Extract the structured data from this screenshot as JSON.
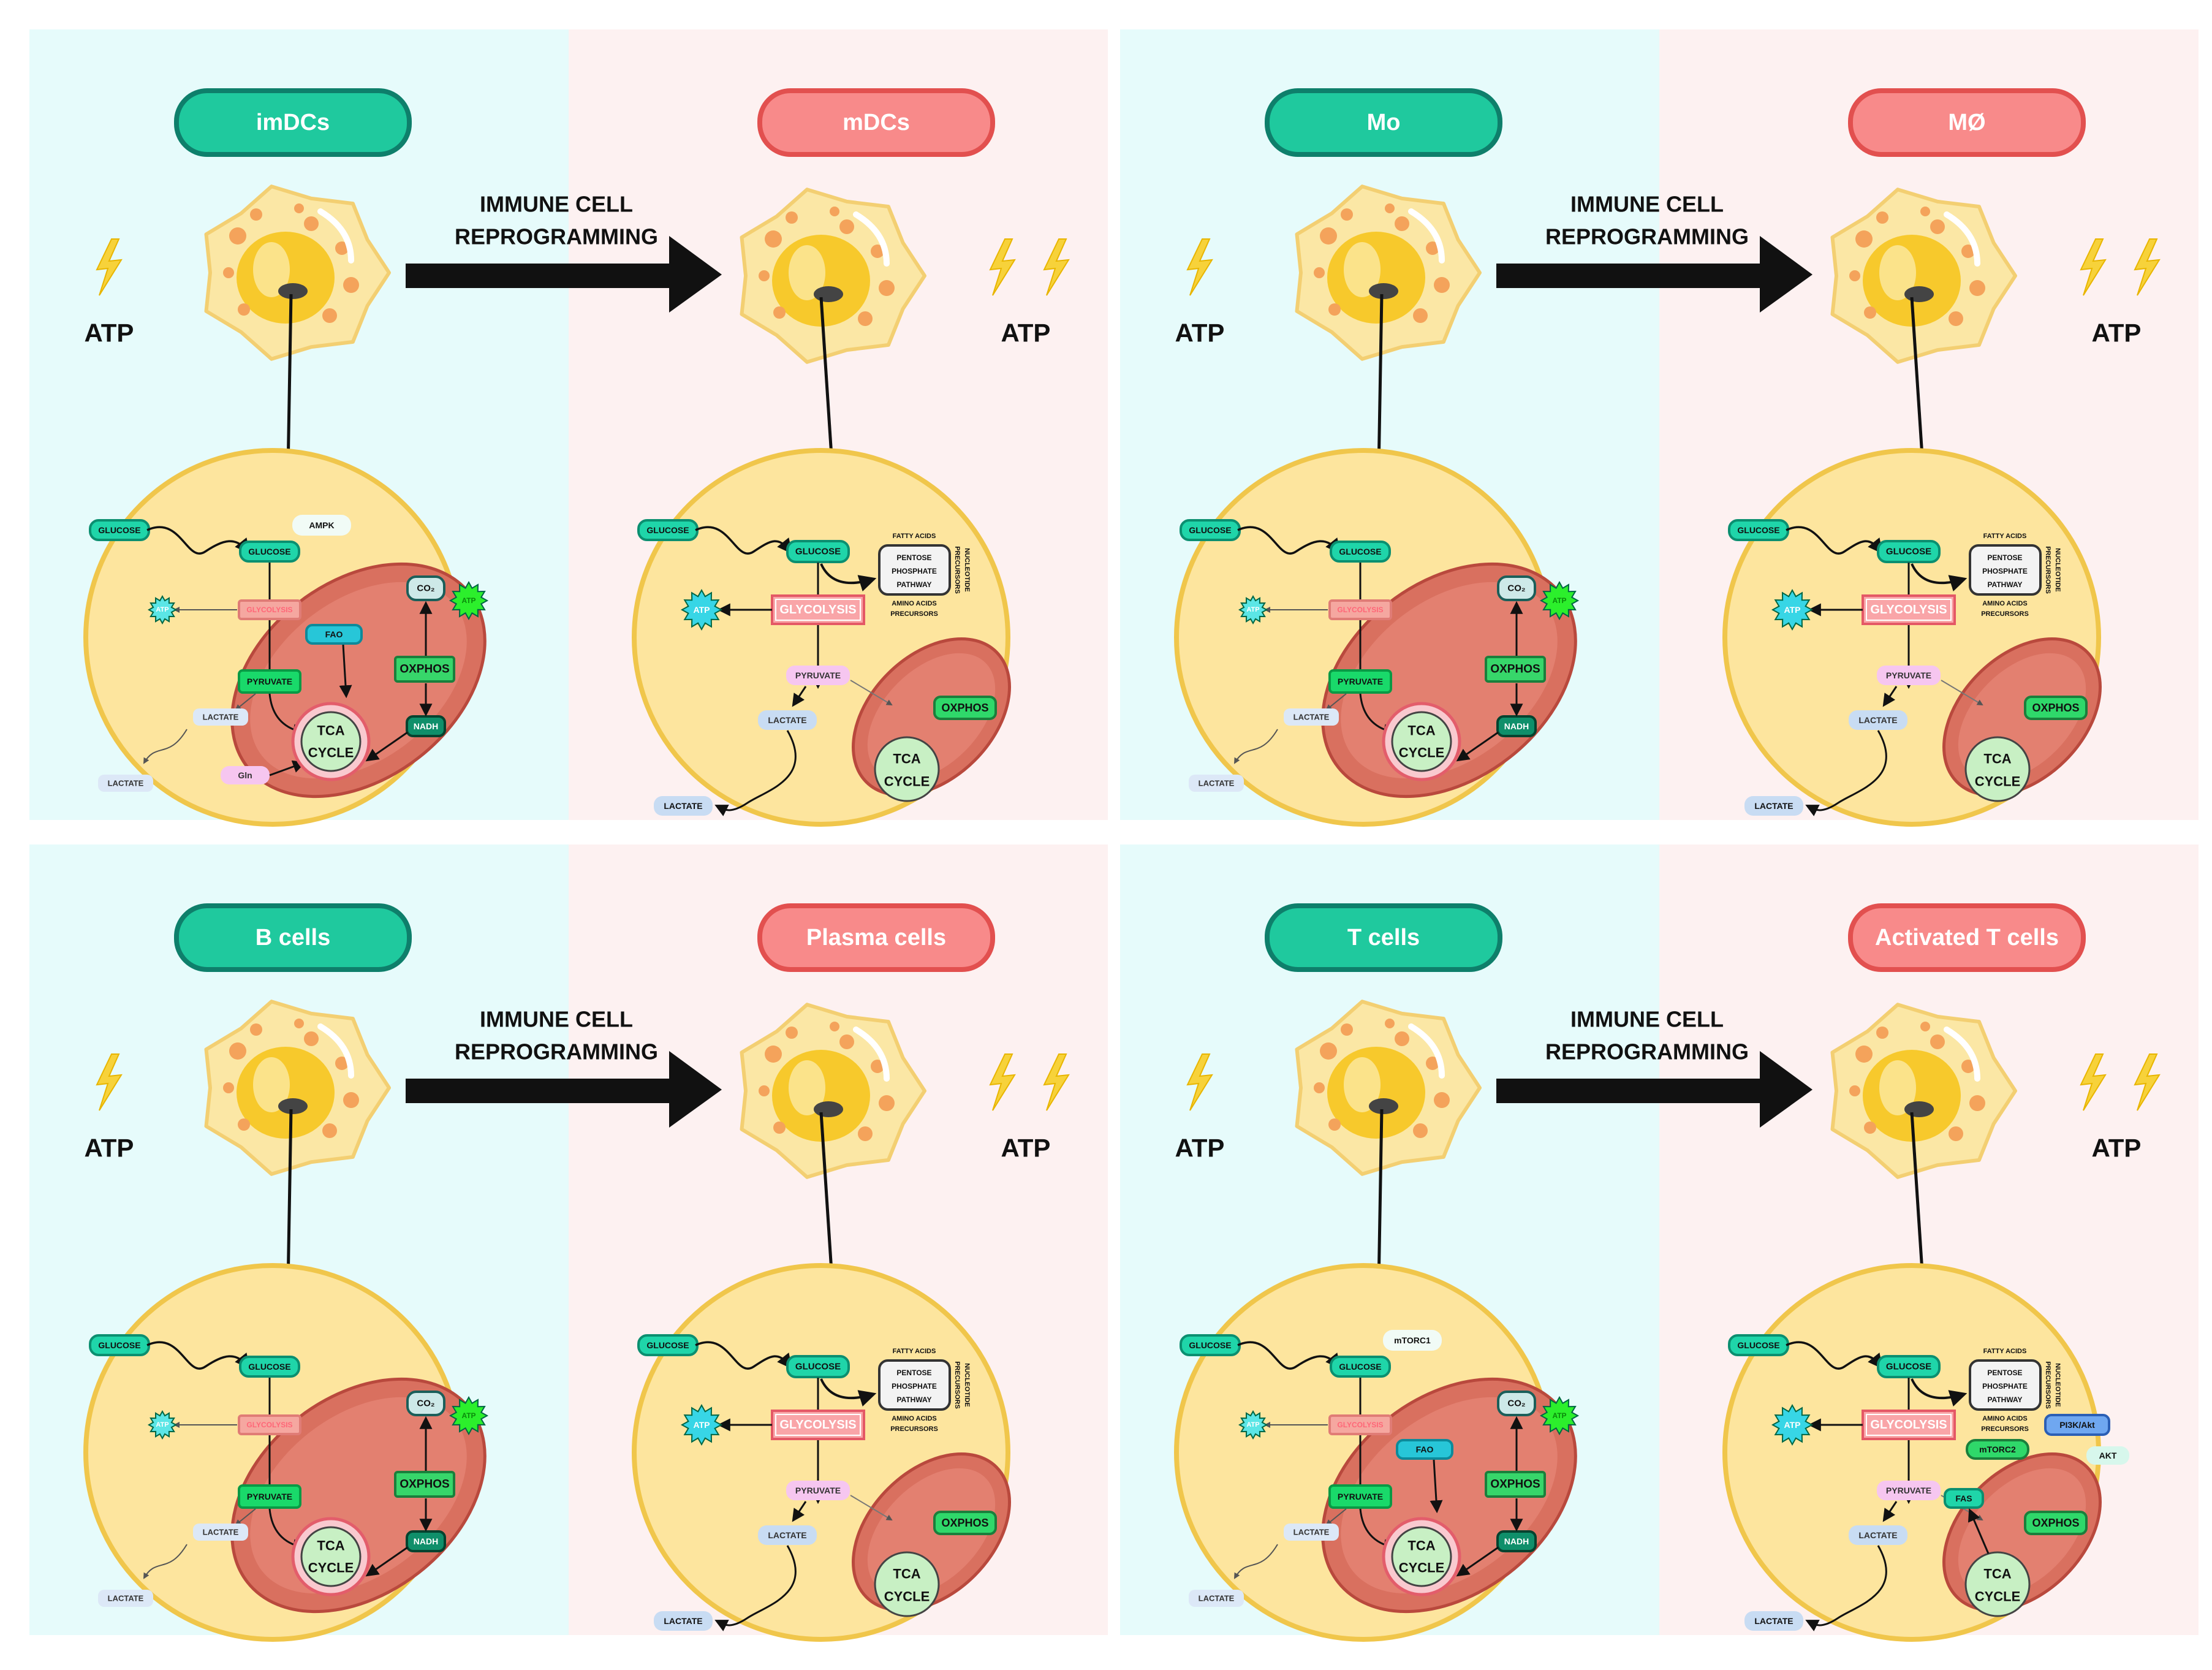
{
  "panels": [
    {
      "id": "dc",
      "left_title": "imDCs",
      "right_title": "mDCs",
      "left_labels": {
        "glucose_in": "GLUCOSE",
        "glucose": "GLUCOSE",
        "signal": "AMPK",
        "atp": "ATP",
        "glycolysis": "GLYCOLYSIS",
        "pyruvate": "PYRUVATE",
        "lactate": "LACTATE",
        "lactate_out": "LACTATE",
        "gln": "Gln",
        "fao": "FAO",
        "co2": "CO₂",
        "oxphos": "OXPHOS",
        "nadh": "NADH",
        "mito_atp": "ATP",
        "tca1": "TCA",
        "tca2": "CYCLE"
      },
      "right_labels": {
        "glucose_in": "GLUCOSE",
        "glucose": "GLUCOSE",
        "atp": "ATP",
        "glycolysis": "GLYCOLYSIS",
        "pyruvate": "PYRUVATE",
        "lactate": "LACTATE",
        "lactate_out": "LACTATE",
        "ppp": [
          "PENTOSE",
          "PHOSPHATE",
          "PATHWAY"
        ],
        "fatty_acids": "FATTY ACIDS",
        "amino1": "AMINO ACIDS",
        "amino2": "PRECURSORS",
        "nucleotide1": "NUCLEOTIDE",
        "nucleotide2": "PRECURSORS",
        "oxphos": "OXPHOS",
        "tca1": "TCA",
        "tca2": "CYCLE"
      }
    },
    {
      "id": "mo",
      "left_title": "Mo",
      "right_title": "MØ",
      "left_labels": {
        "glucose_in": "GLUCOSE",
        "glucose": "GLUCOSE",
        "atp": "ATP",
        "glycolysis": "GLYCOLYSIS",
        "pyruvate": "PYRUVATE",
        "lactate": "LACTATE",
        "lactate_out": "LACTATE",
        "co2": "CO₂",
        "oxphos": "OXPHOS",
        "nadh": "NADH",
        "mito_atp": "ATP",
        "tca1": "TCA",
        "tca2": "CYCLE"
      },
      "right_labels": {
        "glucose_in": "GLUCOSE",
        "glucose": "GLUCOSE",
        "atp": "ATP",
        "glycolysis": "GLYCOLYSIS",
        "pyruvate": "PYRUVATE",
        "lactate": "LACTATE",
        "lactate_out": "LACTATE",
        "ppp": [
          "PENTOSE",
          "PHOSPHATE",
          "PATHWAY"
        ],
        "fatty_acids": "FATTY ACIDS",
        "amino1": "AMINO ACIDS",
        "amino2": "PRECURSORS",
        "nucleotide1": "NUCLEOTIDE",
        "nucleotide2": "PRECURSORS",
        "oxphos": "OXPHOS",
        "tca1": "TCA",
        "tca2": "CYCLE"
      }
    },
    {
      "id": "b",
      "left_title": "B cells",
      "right_title": "Plasma cells",
      "left_labels": {
        "glucose_in": "GLUCOSE",
        "glucose": "GLUCOSE",
        "atp": "ATP",
        "glycolysis": "GLYCOLYSIS",
        "pyruvate": "PYRUVATE",
        "lactate": "LACTATE",
        "lactate_out": "LACTATE",
        "co2": "CO₂",
        "oxphos": "OXPHOS",
        "nadh": "NADH",
        "mito_atp": "ATP",
        "tca1": "TCA",
        "tca2": "CYCLE"
      },
      "right_labels": {
        "glucose_in": "GLUCOSE",
        "glucose": "GLUCOSE",
        "atp": "ATP",
        "glycolysis": "GLYCOLYSIS",
        "pyruvate": "PYRUVATE",
        "lactate": "LACTATE",
        "lactate_out": "LACTATE",
        "ppp": [
          "PENTOSE",
          "PHOSPHATE",
          "PATHWAY"
        ],
        "fatty_acids": "FATTY ACIDS",
        "amino1": "AMINO ACIDS",
        "amino2": "PRECURSORS",
        "nucleotide1": "NUCLEOTIDE",
        "nucleotide2": "PRECURSORS",
        "oxphos": "OXPHOS",
        "tca1": "TCA",
        "tca2": "CYCLE"
      }
    },
    {
      "id": "t",
      "left_title": "T cells",
      "right_title": "Activated T cells",
      "left_labels": {
        "glucose_in": "GLUCOSE",
        "glucose": "GLUCOSE",
        "signal": "mTORC1",
        "atp": "ATP",
        "glycolysis": "GLYCOLYSIS",
        "pyruvate": "PYRUVATE",
        "lactate": "LACTATE",
        "lactate_out": "LACTATE",
        "fao": "FAO",
        "co2": "CO₂",
        "oxphos": "OXPHOS",
        "nadh": "NADH",
        "mito_atp": "ATP",
        "tca1": "TCA",
        "tca2": "CYCLE"
      },
      "right_labels": {
        "glucose_in": "GLUCOSE",
        "glucose": "GLUCOSE",
        "atp": "ATP",
        "glycolysis": "GLYCOLYSIS",
        "pyruvate": "PYRUVATE",
        "lactate": "LACTATE",
        "lactate_out": "LACTATE",
        "ppp": [
          "PENTOSE",
          "PHOSPHATE",
          "PATHWAY"
        ],
        "fatty_acids": "FATTY ACIDS",
        "amino1": "AMINO ACIDS",
        "amino2": "PRECURSORS",
        "nucleotide1": "NUCLEOTIDE",
        "nucleotide2": "PRECURSORS",
        "oxphos": "OXPHOS",
        "tca1": "TCA",
        "tca2": "CYCLE",
        "pi3k": "PI3K/Akt",
        "mtorc2": "mTORC2",
        "akt": "AKT",
        "fas": "FAS"
      }
    }
  ],
  "arrow_text": [
    "IMMUNE CELL",
    "REPROGRAMMING"
  ],
  "atp_label": "ATP",
  "colors": {
    "left_bg": "#e6fbfb",
    "right_bg": "#fdf1f1",
    "teal_pill": "#1fc99e",
    "teal_border": "#0e7f6b",
    "pink_pill": "#f88a8a",
    "pink_border": "#e2504f",
    "cell": "#fde59e",
    "mito": "#d9705f",
    "bolt": "#f7d23a"
  }
}
